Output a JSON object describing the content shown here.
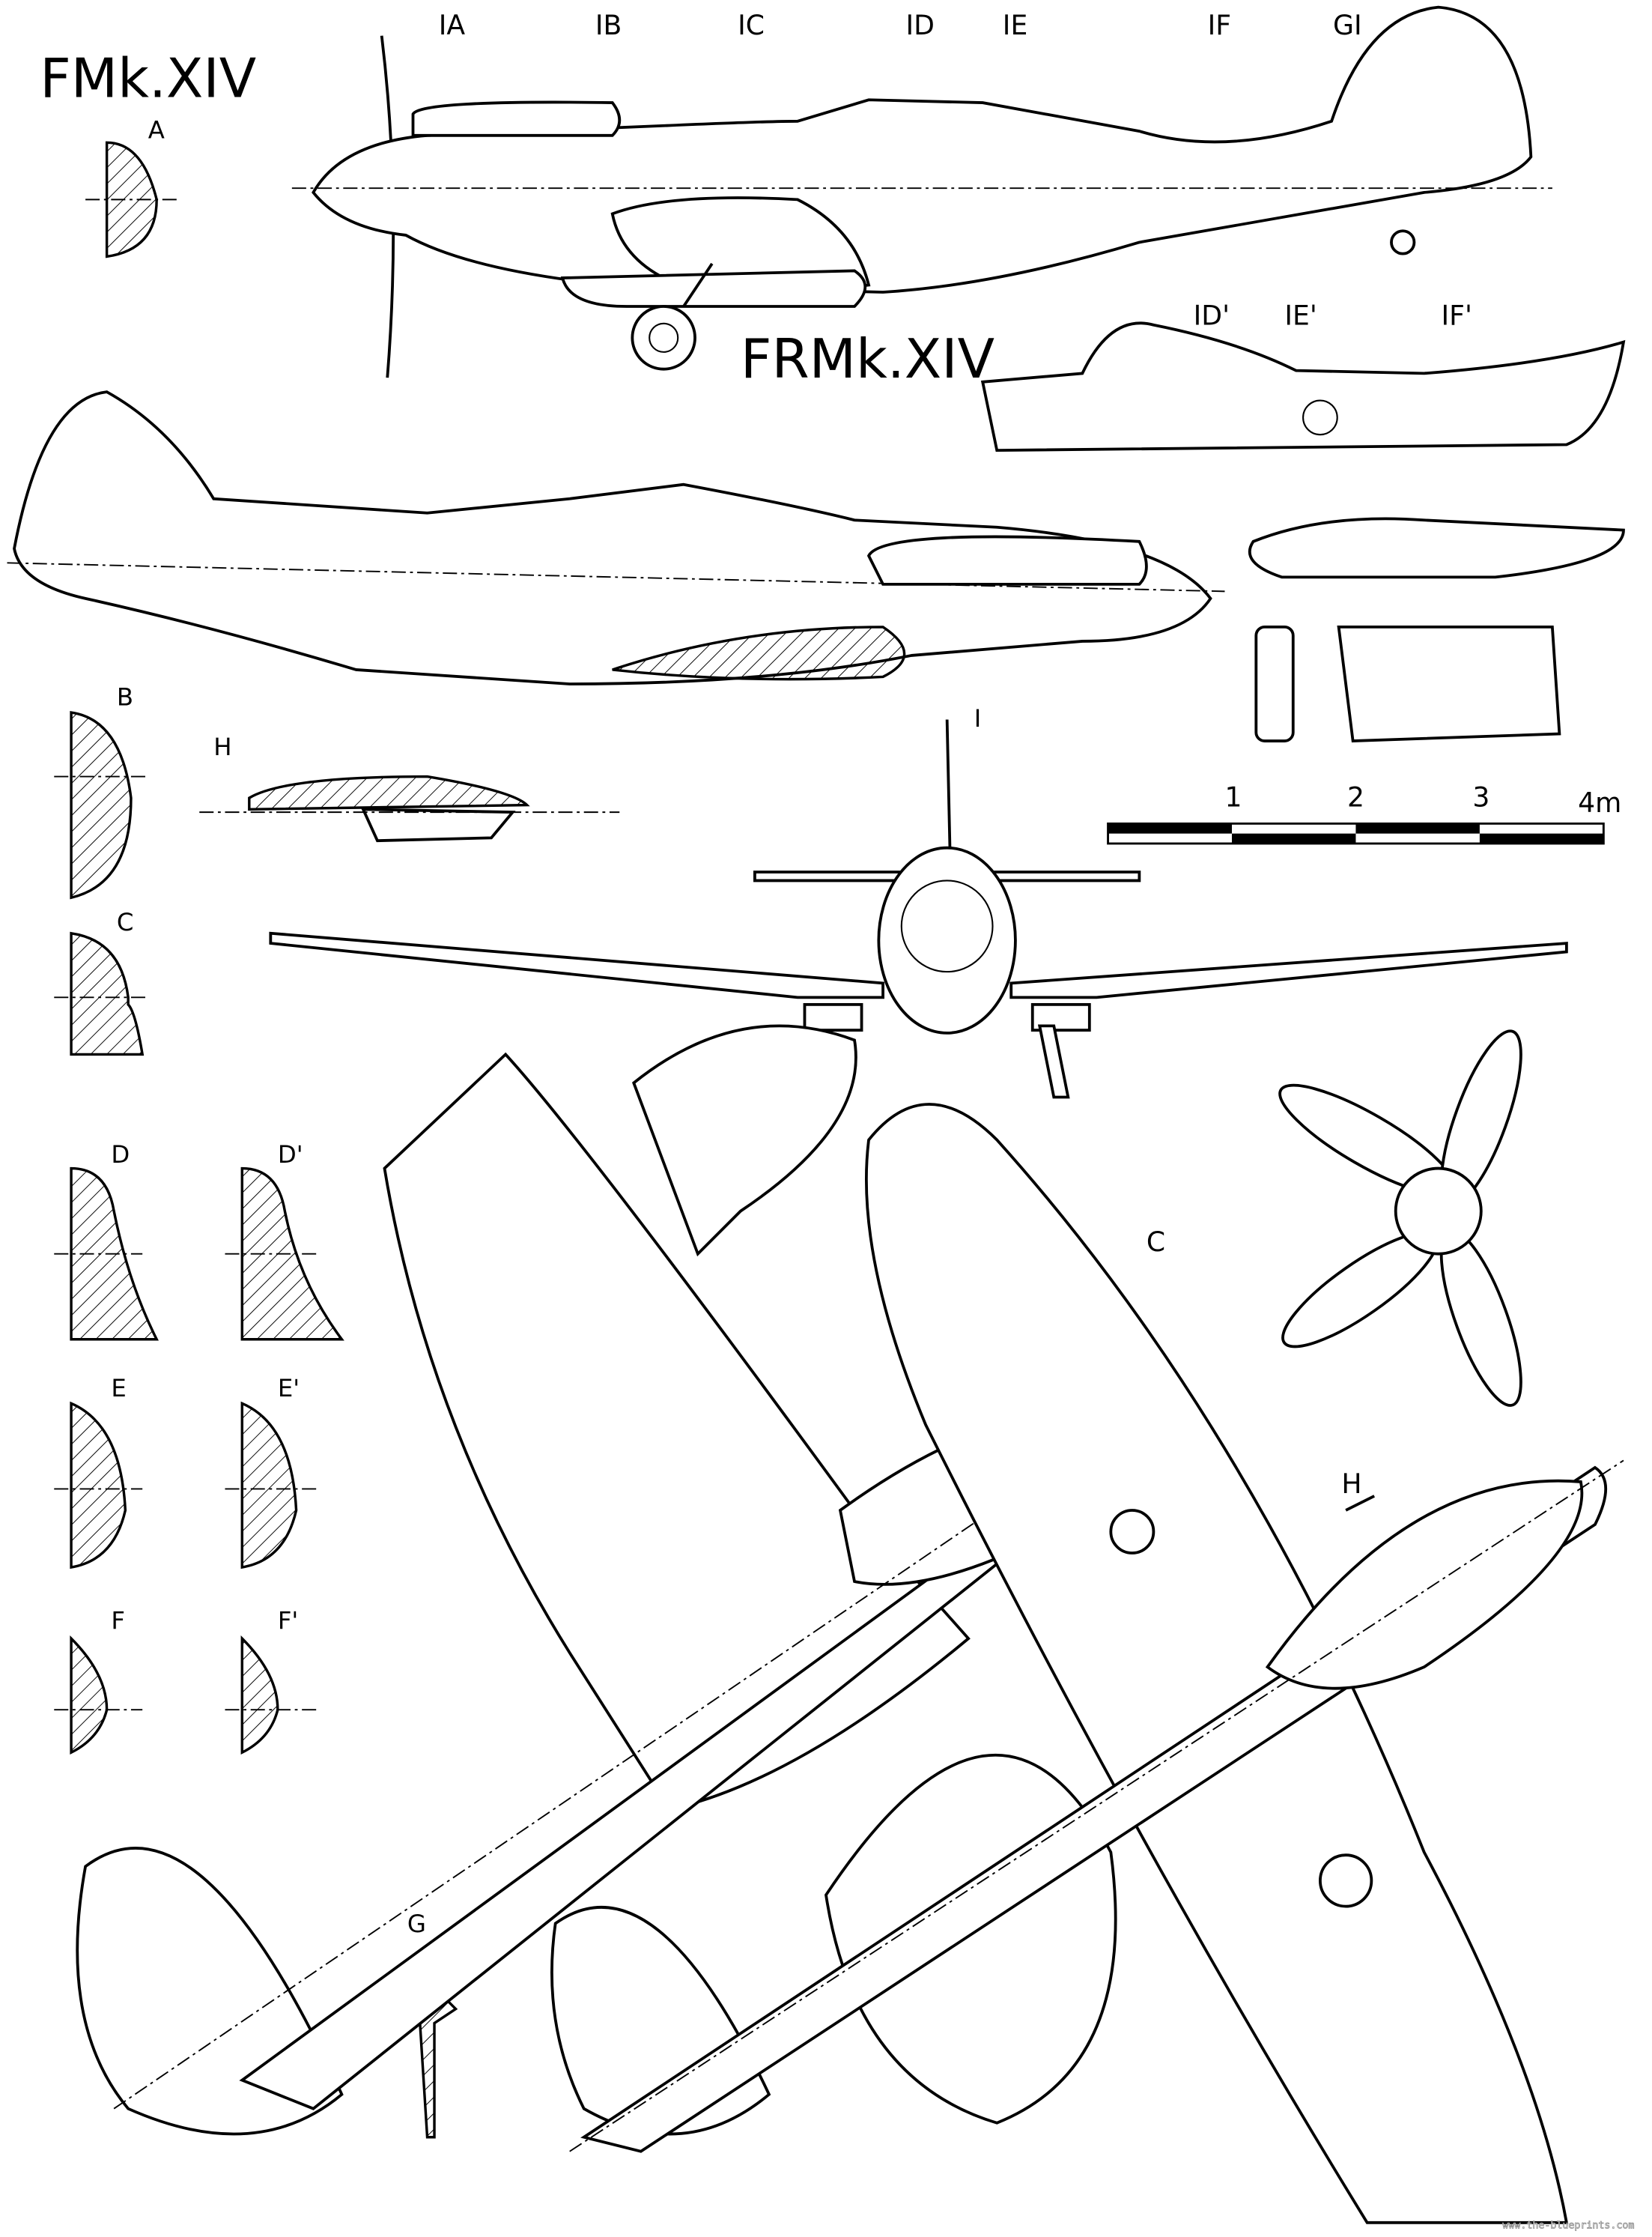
{
  "titles": {
    "fighter": "FMk.XIV",
    "recon": "FRMk.XIV"
  },
  "stations_top": [
    "IA",
    "IB",
    "IC",
    "ID",
    "IE",
    "IF",
    "GI"
  ],
  "stations_recon": [
    "ID'",
    "IE'",
    "IF'"
  ],
  "sections": {
    "A": "A",
    "B": "B",
    "C": "C",
    "D": "D",
    "D_prime": "D'",
    "E": "E",
    "E_prime": "E'",
    "F": "F",
    "F_prime": "F'",
    "G": "G",
    "H": "H"
  },
  "front_view_station": "I",
  "plan_labels": {
    "C": "C",
    "H": "H"
  },
  "scale_bar": {
    "labels": [
      "1",
      "2",
      "3",
      "4m"
    ]
  },
  "watermark": "www.the-blueprints.com"
}
